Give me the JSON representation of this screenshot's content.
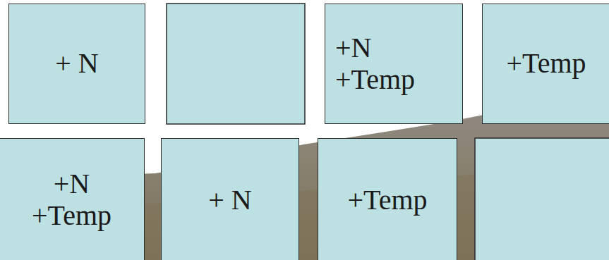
{
  "diagram": {
    "nodes": [
      {
        "text": [
          "+ N"
        ]
      },
      {
        "text": [
          "+N +Temp"
        ]
      },
      {
        "text": [
          "+Temp"
        ]
      },
      {
        "text": [
          "+N +Temp"
        ]
      },
      {
        "text": [
          "+ N"
        ]
      },
      {
        "text": [
          "+Temp"
        ]
      }
    ]
  }
}
